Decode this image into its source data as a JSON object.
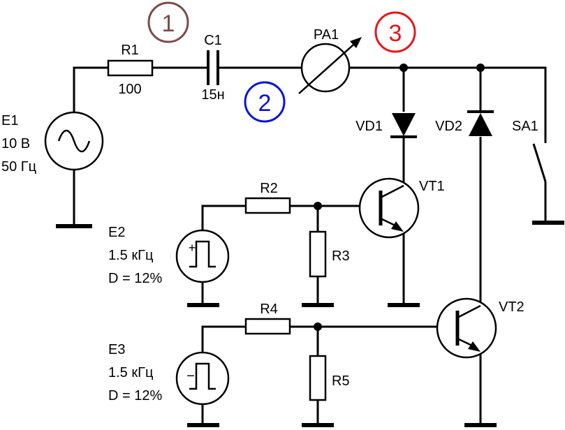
{
  "colors": {
    "marker_1": "#7a4b48",
    "marker_2": "#0a14d6",
    "marker_3": "#e8151b"
  },
  "markers": {
    "m1": "1",
    "m2": "2",
    "m3": "3"
  },
  "components": {
    "e1": {
      "name": "E1",
      "line1": "10 В",
      "line2": "50 Гц"
    },
    "r1": {
      "name": "R1",
      "value": "100"
    },
    "c1": {
      "name": "C1",
      "value": "15н"
    },
    "pa1": {
      "name": "PA1"
    },
    "vd1": {
      "name": "VD1"
    },
    "vd2": {
      "name": "VD2"
    },
    "sa1": {
      "name": "SA1"
    },
    "vt1": {
      "name": "VT1"
    },
    "vt2": {
      "name": "VT2"
    },
    "r2": {
      "name": "R2"
    },
    "r3": {
      "name": "R3"
    },
    "r4": {
      "name": "R4"
    },
    "r5": {
      "name": "R5"
    },
    "e2": {
      "name": "E2",
      "line1": "1.5 кГц",
      "line2": "D = 12%",
      "polarity": "+"
    },
    "e3": {
      "name": "E3",
      "line1": "1.5 кГц",
      "line2": "D = 12%",
      "polarity": "−"
    }
  }
}
